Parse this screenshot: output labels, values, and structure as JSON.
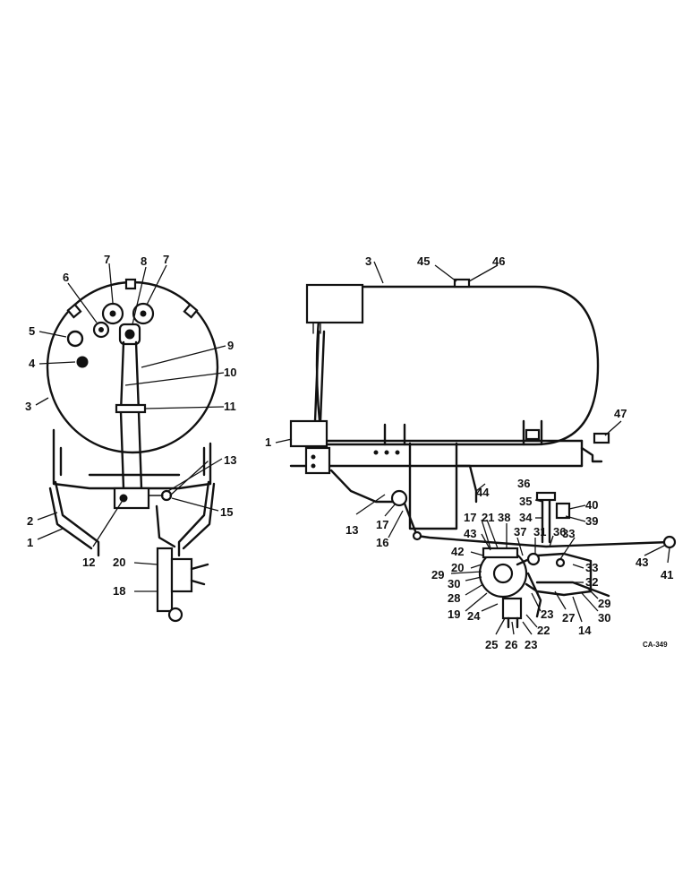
{
  "figure_code": "CA-349",
  "palette": {
    "ink": "#111111",
    "paper": "#ffffff"
  },
  "end_view_callouts": [
    "7",
    "8",
    "7",
    "6",
    "5",
    "4",
    "3",
    "9",
    "10",
    "11",
    "13",
    "15",
    "2",
    "1",
    "12",
    "20",
    "18"
  ],
  "side_view_callouts": [
    "3",
    "45",
    "46",
    "47",
    "1",
    "44",
    "36",
    "35",
    "34",
    "40",
    "39",
    "13",
    "17",
    "16",
    "17",
    "21",
    "38",
    "43",
    "37",
    "31",
    "36",
    "33",
    "42",
    "20",
    "29",
    "30",
    "28",
    "19",
    "24",
    "25",
    "26",
    "23",
    "22",
    "23",
    "27",
    "30",
    "29",
    "14",
    "32",
    "33",
    "43",
    "41"
  ]
}
